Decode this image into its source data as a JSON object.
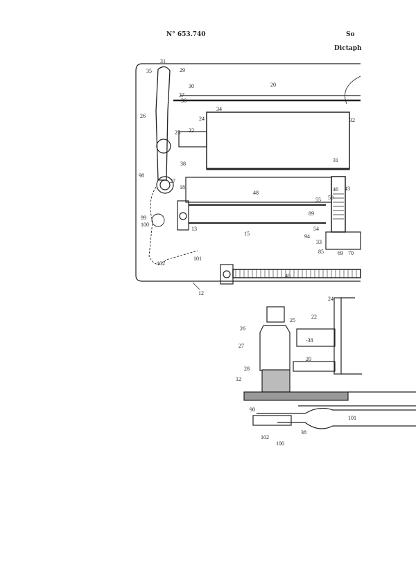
{
  "header": {
    "patent_number": "N° 653.740",
    "applicant_fragment": "So",
    "title_fragment": "Dictaph"
  },
  "figure_top": {
    "labels": [
      "31",
      "35",
      "29",
      "30",
      "37",
      "36",
      "20",
      "26",
      "34",
      "24",
      "22",
      "25",
      "38",
      "32",
      "98",
      "27",
      "18",
      "48",
      "31",
      "46",
      "43",
      "55",
      "59",
      "89",
      "99",
      "100",
      "13",
      "15",
      "54",
      "94",
      "33",
      "85",
      "69",
      "70",
      "102",
      "101",
      "40",
      "12"
    ]
  },
  "figure_bottom": {
    "labels": [
      "26",
      "24",
      "25",
      "22",
      "-38",
      "27",
      "20",
      "28",
      "12",
      "90",
      "101",
      "38",
      "102",
      "100"
    ]
  }
}
